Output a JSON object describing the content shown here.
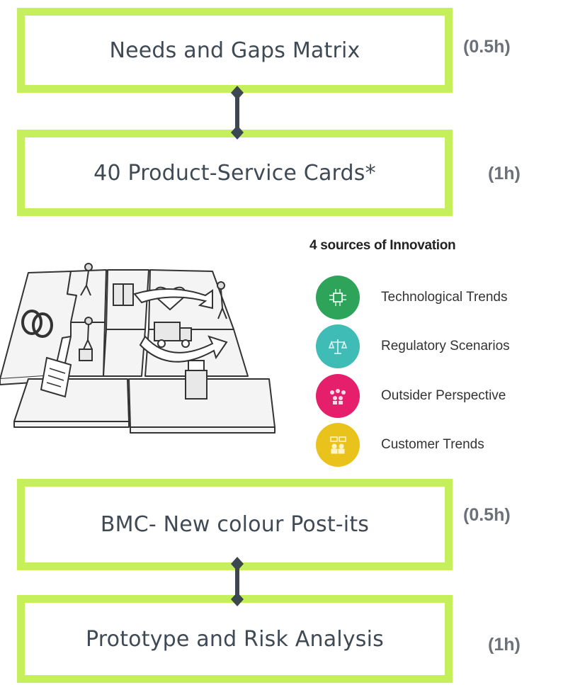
{
  "steps": [
    {
      "label": "Needs and Gaps Matrix",
      "duration": "(0.5h)"
    },
    {
      "label": "40 Product-Service Cards*",
      "duration": "(1h)"
    },
    {
      "label": "BMC- New colour Post-its",
      "duration": "(0.5h)"
    },
    {
      "label": "Prototype  and Risk Analysis",
      "duration": "(1h)"
    }
  ],
  "sources": {
    "title": "4 sources of Innovation",
    "items": [
      {
        "label": "Technological Trends",
        "color": "#2ea35a",
        "icon": "chip-icon"
      },
      {
        "label": "Regulatory Scenarios",
        "color": "#3fbcb6",
        "icon": "scales-icon"
      },
      {
        "label": "Outsider Perspective",
        "color": "#e51f6b",
        "icon": "people-icon"
      },
      {
        "label": "Customer Trends",
        "color": "#e9c21c",
        "icon": "customers-icon"
      }
    ]
  },
  "colors": {
    "box_border": "#c6ef5c",
    "connector": "#3c4752",
    "box_text": "#3f4a55",
    "duration_text": "#6b7178"
  }
}
